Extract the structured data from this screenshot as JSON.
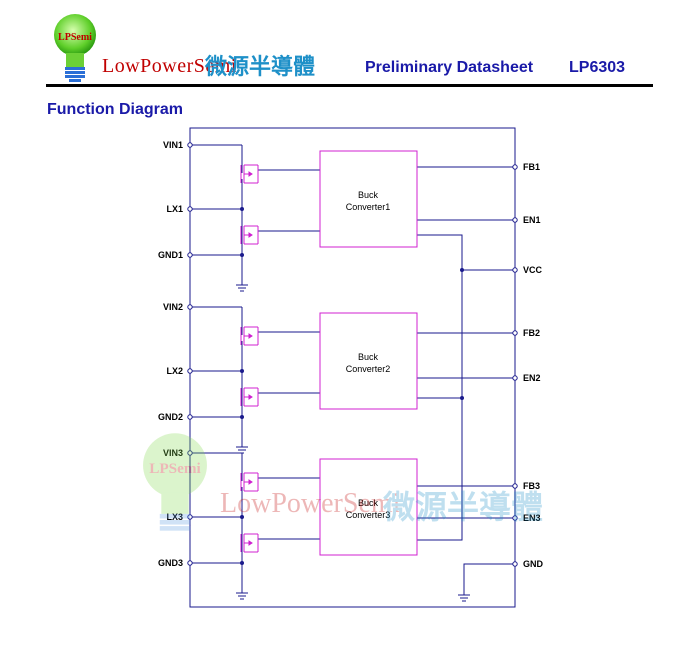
{
  "header": {
    "logo_badge": "LPSemi",
    "brand_latin": "LowPowerSemi",
    "brand_cjk": "微源半導體",
    "doc_type": "Preliminary Datasheet",
    "part_number": "LP6303"
  },
  "section_title": "Function Diagram",
  "diagram": {
    "left_pins": [
      "VIN1",
      "LX1",
      "GND1",
      "VIN2",
      "LX2",
      "GND2",
      "VIN3",
      "LX3",
      "GND3"
    ],
    "right_pins": [
      "FB1",
      "EN1",
      "VCC",
      "FB2",
      "EN2",
      "FB3",
      "EN3",
      "GND"
    ],
    "blocks": [
      {
        "line1": "Buck",
        "line2": "Converter1"
      },
      {
        "line1": "Buck",
        "line2": "Converter2"
      },
      {
        "line1": "Buck",
        "line2": "Converter3"
      }
    ],
    "colors": {
      "wire": "#1a1a8c",
      "block_border": "#d020d0",
      "mosfet": "#d020d0"
    }
  },
  "watermark": {
    "badge": "LPSemi",
    "latin": "LowPowerSemi",
    "cjk": "微源半導體"
  }
}
